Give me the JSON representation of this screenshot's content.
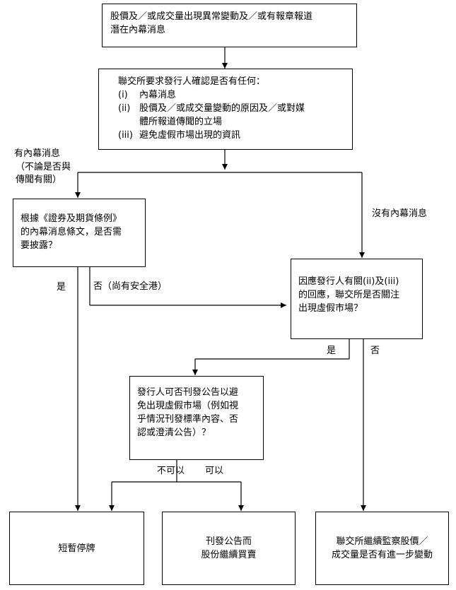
{
  "boxes": {
    "start": {
      "line1": "股價及／或成交量出現異常變動及／或有報章報道",
      "line2": "潛在內幕消息"
    },
    "inquiry": {
      "intro": "聯交所要求發行人確認是否有任何：",
      "items": [
        {
          "num": "(i)",
          "lines": [
            "內幕消息"
          ]
        },
        {
          "num": "(ii)",
          "lines": [
            "股價及／或成交量變動的原因及／或對媒",
            "體所報道傳聞的立場"
          ]
        },
        {
          "num": "(iii)",
          "lines": [
            "避免虛假市場出現的資訊"
          ]
        }
      ]
    },
    "disclosure": {
      "lines": [
        "根據《證券及期貨條例》",
        "的內幕消息條文，是否需",
        "要披露？"
      ]
    },
    "false_market": {
      "lines": [
        "因應發行人有關(ii)及(iii)",
        "的回應，聯交所是否關注",
        "出現虛假市場？"
      ]
    },
    "announcement": {
      "lines": [
        "發行人可否刊發公告以避",
        "免出現虛假市場（例如視",
        "乎情況刊發標準內容、否",
        "認或澄清公告）？"
      ]
    },
    "suspension": {
      "lines": [
        "短暫停牌"
      ]
    },
    "resume": {
      "lines": [
        "刊發公告而",
        "股份繼續買賣"
      ]
    },
    "monitor": {
      "lines": [
        "聯交所繼續監察股價／",
        "成交量是否有進一步變動"
      ]
    }
  },
  "labels": {
    "has_insider": [
      "有內幕消息",
      "（不論是否與",
      "傳聞有關）"
    ],
    "no_insider": "沒有內幕消息",
    "yes_disclose": "是",
    "no_safe_harbour": "否（尚有安全港）",
    "yes_false_market": "是",
    "no_false_market": "否",
    "cannot": "不可以",
    "can": "可以"
  }
}
